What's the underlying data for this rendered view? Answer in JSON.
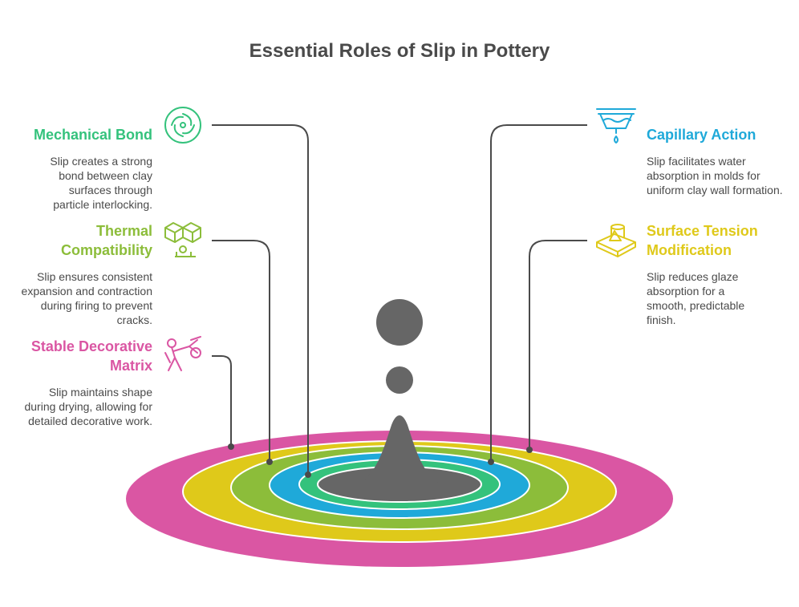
{
  "title": "Essential Roles of Slip in Pottery",
  "colors": {
    "pink": "#da56a3",
    "yellow": "#dfc91a",
    "green": "#8cbd3a",
    "blue": "#1fa9d9",
    "teal": "#34c27c",
    "gray": "#666666",
    "text": "#4a4a4a"
  },
  "items": {
    "mechanical_bond": {
      "heading": "Mechanical Bond",
      "description": "Slip creates a strong bond between clay surfaces through particle interlocking.",
      "icon": "swirl-icon"
    },
    "thermal_compatibility": {
      "heading": "Thermal Compatibility",
      "description": "Slip ensures consistent expansion and contraction during firing to prevent cracks.",
      "icon": "cubes-icon"
    },
    "stable_decorative_matrix": {
      "heading": "Stable Decorative Matrix",
      "description": "Slip maintains shape during drying, allowing for detailed decorative work.",
      "icon": "person-holding-icon"
    },
    "capillary_action": {
      "heading": "Capillary Action",
      "description": "Slip facilitates water absorption in molds for uniform clay wall formation.",
      "icon": "water-funnel-icon"
    },
    "surface_tension_modification": {
      "heading": "Surface Tension Modification",
      "description": "Slip reduces glaze absorption for a smooth, predictable finish.",
      "icon": "shapes-on-tray-icon"
    }
  }
}
